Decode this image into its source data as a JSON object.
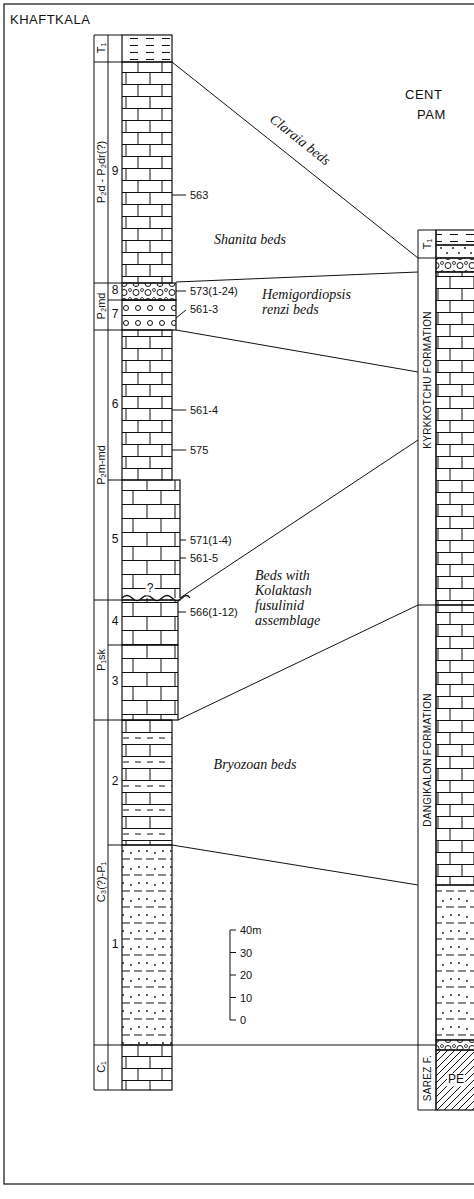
{
  "diagram": {
    "title": "KHAFTKALA",
    "labels": [
      "CENT",
      "PAM",
      "T₁",
      "P₂d - P₂dr(?)",
      "P₂md",
      "P₂m-md",
      "P₁sk",
      "C₃(?)-P₁",
      "C₁",
      "9",
      "8",
      "7",
      "6",
      "5",
      "4",
      "3",
      "2",
      "1",
      "563",
      "573(1-24)",
      "561-3",
      "561-4",
      "575",
      "571(1-4)",
      "561-5",
      "566(1-12)",
      "?",
      "Claraia beds",
      "Shanita beds",
      "Hemigordiopsis renzi beds",
      "Beds with Kolaktash fusulinid assemblage",
      "Bryozoan beds",
      "40m",
      "30",
      "20",
      "10",
      "0",
      "T₁",
      "KYRKKOTCHU FORMATION",
      "DANGIKALON FORMATION",
      "SAREZ F.",
      "PE"
    ]
  }
}
